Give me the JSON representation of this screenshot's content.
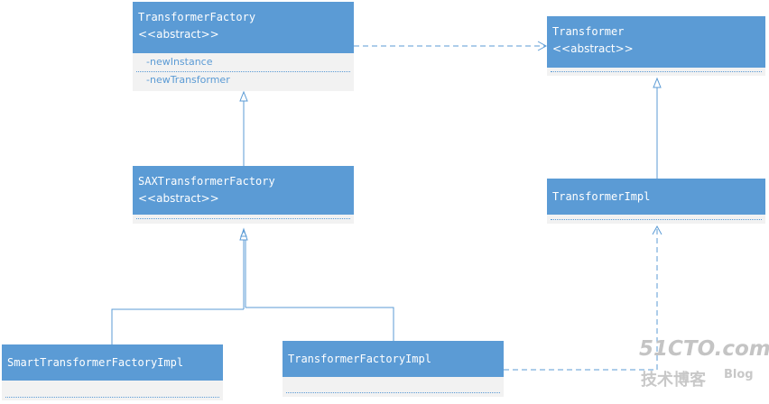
{
  "classes": {
    "transformer_factory": {
      "name": "TransformerFactory",
      "stereotype": "<<abstract>>",
      "members": [
        "-newInstance",
        "-newTransformer"
      ]
    },
    "transformer": {
      "name": "Transformer",
      "stereotype": "<<abstract>>"
    },
    "sax_transformer_factory": {
      "name": "SAXTransformerFactory",
      "stereotype": "<<abstract>>"
    },
    "transformer_impl": {
      "name": "TransformerImpl"
    },
    "smart_transformer_factory_impl": {
      "name": "SmartTransformerFactoryImpl"
    },
    "transformer_factory_impl": {
      "name": "TransformerFactoryImpl"
    }
  },
  "watermark": {
    "site": "51CTO.com",
    "sub": "技术博客",
    "blog": "Blog"
  },
  "colors": {
    "class_header": "#5b9bd5",
    "class_body": "#f2f2f2",
    "connector": "#5b9bd5"
  }
}
